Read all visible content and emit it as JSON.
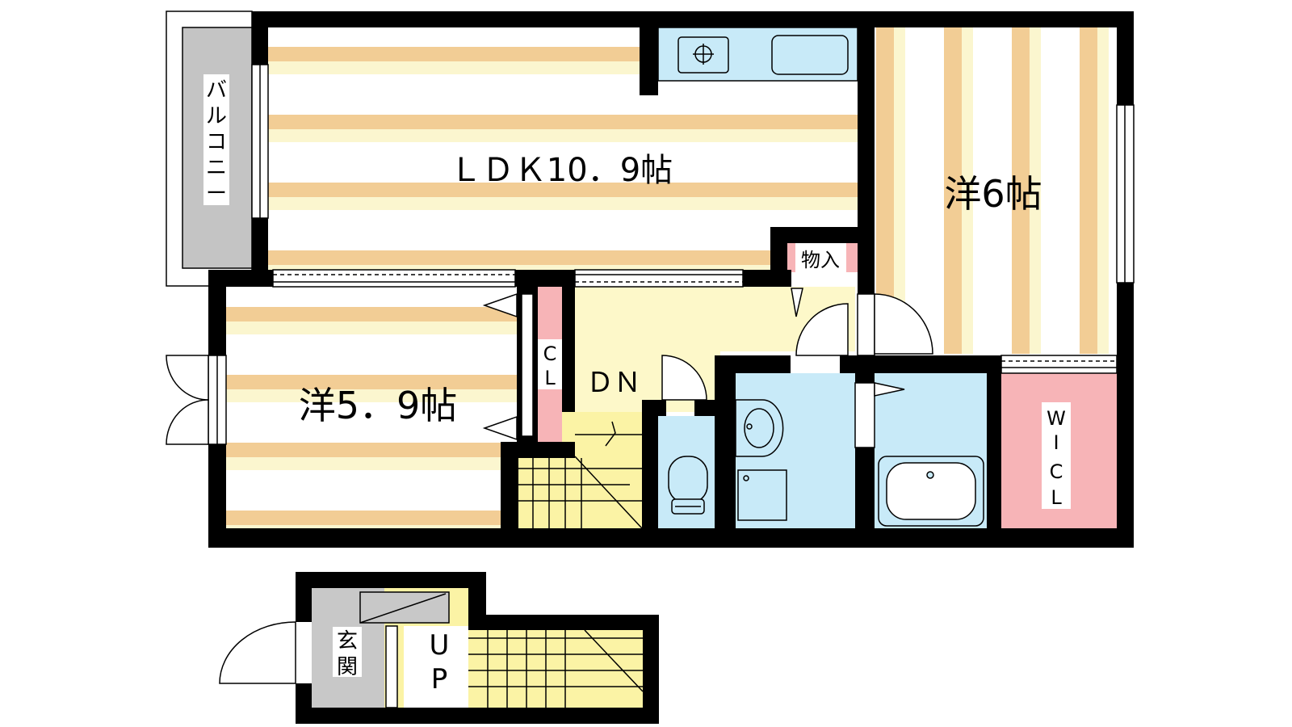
{
  "rooms": {
    "ldk": "ＬＤＫ10．9帖",
    "western_6": "洋6帖",
    "western_5_9": "洋5．9帖",
    "storage": "物入",
    "closet": [
      "C",
      "L"
    ],
    "walk_in_closet": [
      "W",
      "I",
      "C",
      "L"
    ],
    "balcony": [
      "バ",
      "ル",
      "コ",
      "ニ",
      "ー"
    ],
    "entrance": [
      "玄",
      "関"
    ]
  },
  "stairs": {
    "down": "ＤＮ",
    "up": [
      "U",
      "P"
    ]
  },
  "colors": {
    "wall": "#000000",
    "floor_stripe": "#f2cd95",
    "floor_light": "#fbf6cf",
    "hall": "#fdf8c9",
    "wet_area": "#c8eaf8",
    "closet": "#f7b4b7",
    "balcony": "#c4c4c4",
    "entrance": "#c8c8c8",
    "stair": "#fbf3a5"
  }
}
